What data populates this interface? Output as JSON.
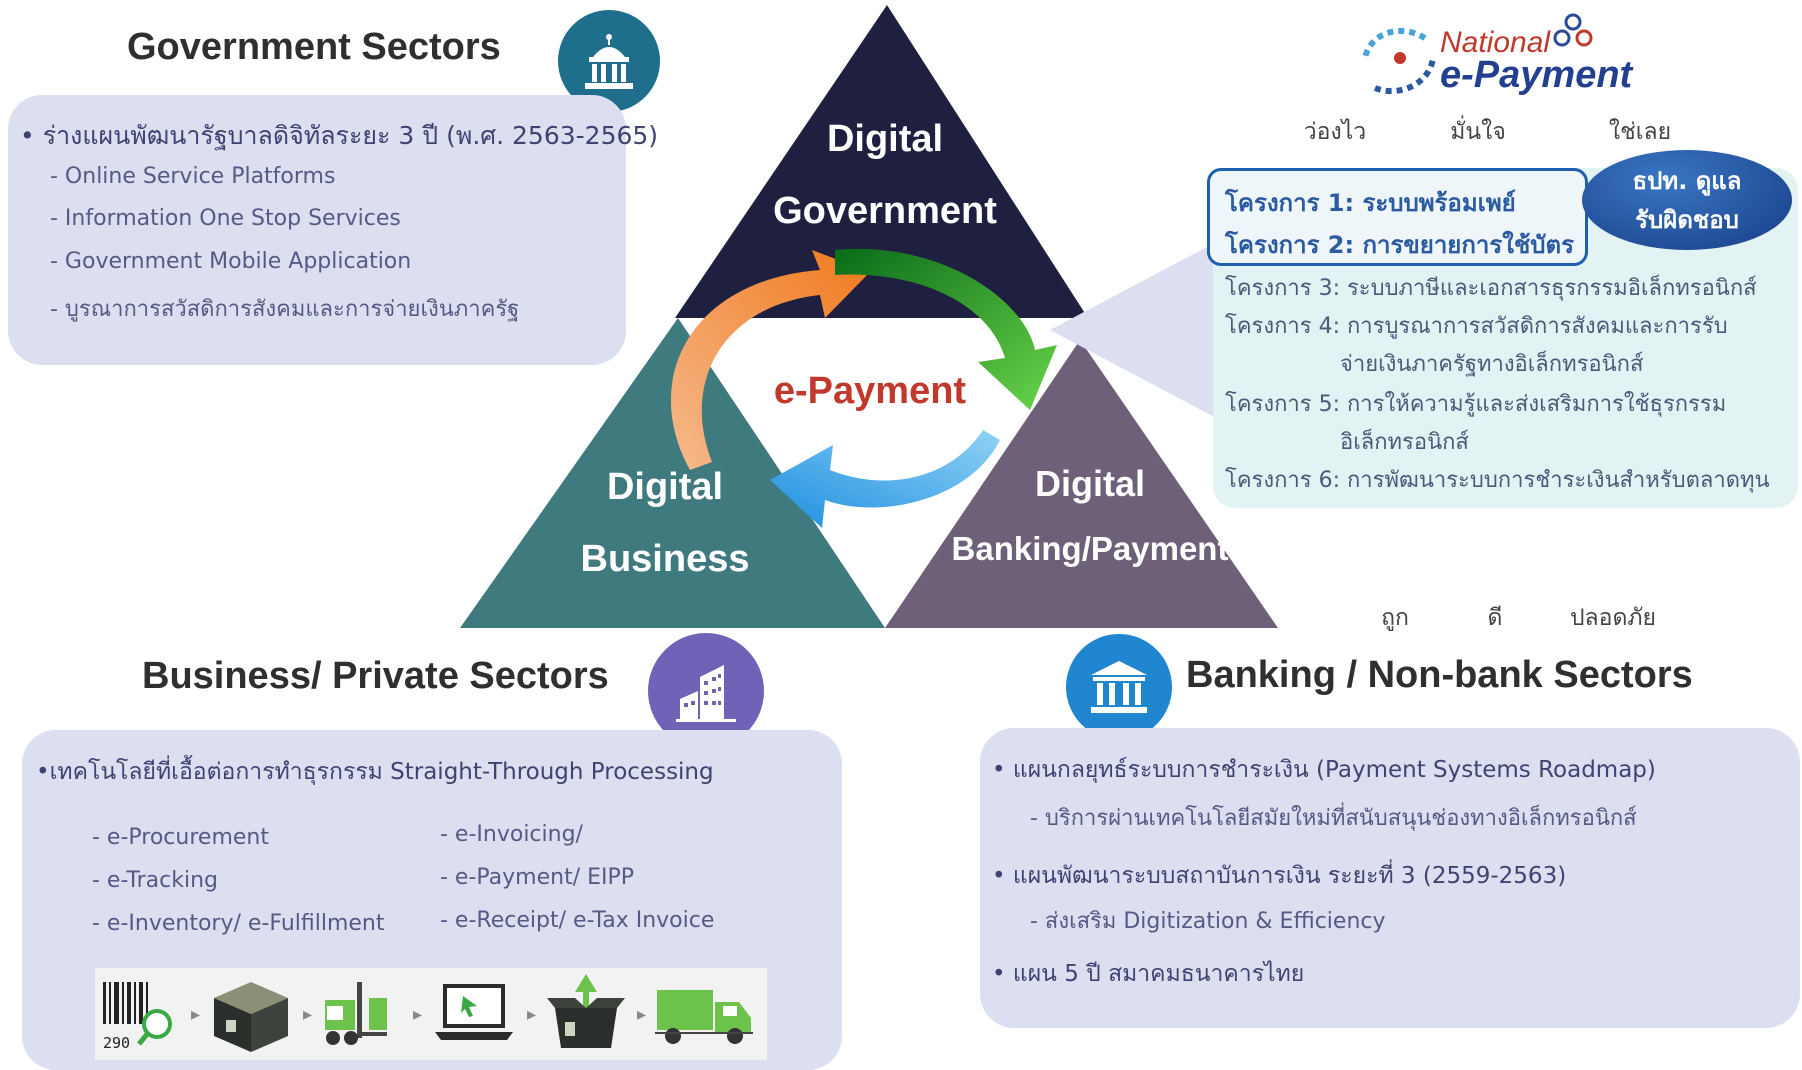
{
  "government": {
    "title": "Government  Sectors",
    "headline": "• ร่างแผนพัฒนารัฐบาลดิจิทัลระยะ 3 ปี (พ.ศ. 2563-2565)",
    "items": [
      "- Online Service Platforms",
      "- Information One Stop Services",
      "- Government Mobile Application",
      "- บูรณาการสวัสดิการสังคมและการจ่ายเงินภาครัฐ"
    ]
  },
  "business": {
    "title": "Business/ Private Sectors",
    "headline": "•เทคโนโลยีที่เอื้อต่อการทำธุรกรรม Straight-Through Processing",
    "left_items": [
      "- e-Procurement",
      "- e-Tracking",
      "- e-Inventory/  e-Fulfillment"
    ],
    "right_items": [
      "- e-Invoicing/",
      "- e-Payment/ EIPP",
      "- e-Receipt/ e-Tax Invoice"
    ],
    "barcode_number": "290"
  },
  "banking": {
    "title": "Banking / Non-bank Sectors",
    "items": [
      "•   แผนกลยุทธ์ระบบการชำระเงิน (Payment Systems Roadmap)",
      "- บริการผ่านเทคโนโลยีสมัยใหม่ที่สนับสนุนช่องทางอิเล็กทรอนิกส์",
      "•   แผนพัฒนาระบบสถาบันการเงิน ระยะที่ 3 (2559-2563)",
      "- ส่งเสริม Digitization & Efficiency",
      "•   แผน 5 ปี สมาคมธนาคารไทย"
    ]
  },
  "triangle": {
    "top": [
      "Digital",
      "Government"
    ],
    "left": [
      "Digital",
      "Business"
    ],
    "right": [
      "Digital",
      "Banking/Payment"
    ],
    "center": "e-Payment"
  },
  "national": {
    "line1": "National",
    "line2": "e-Payment",
    "tags_top": [
      "ว่องไว",
      "มั่นใจ",
      "ใช่เลย"
    ],
    "tags_bottom": [
      "ถูก",
      "ดี",
      "ปลอดภัย"
    ],
    "badge": [
      "ธปท. ดูแล",
      "รับผิดชอบ"
    ],
    "projects": [
      "โครงการ 1: ระบบพร้อมเพย์",
      "โครงการ 2: การขยายการใช้บัตร",
      "โครงการ 3: ระบบภาษีและเอกสารธุรกรรมอิเล็กทรอนิกส์",
      "โครงการ 4: การบูรณาการสวัสดิการสังคมและการรับ",
      "จ่ายเงินภาครัฐทางอิเล็กทรอนิกส์",
      "โครงการ 5: การให้ความรู้และส่งเสริมการใช้ธุรกรรม",
      "อิเล็กทรอนิกส์",
      "โครงการ 6: การพัฒนาระบบการชำระเงินสำหรับตลาดทุน"
    ]
  }
}
